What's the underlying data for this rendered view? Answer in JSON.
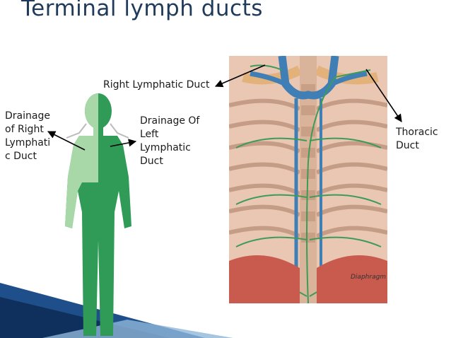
{
  "title": "Terminal lymph ducts",
  "labels": {
    "right_lymphatic_duct": "Right Lymphatic Duct",
    "drainage_right": [
      "Drainage",
      "of Right",
      "Lymphati",
      "c Duct"
    ],
    "drainage_left": [
      "Drainage Of",
      "Left",
      "Lymphatic",
      "Duct"
    ],
    "thoracic_duct": [
      "Thoracic",
      "Duct"
    ],
    "diaphragm": "Diaphragm"
  },
  "colors": {
    "title": "#1f3a5a",
    "body_green": "#2f9b57",
    "body_light": "#a9d8a8",
    "vein_blue": "#3f7fb5",
    "lymph_green": "#3d9b5a",
    "corner_blue": "#1f4f8a"
  }
}
